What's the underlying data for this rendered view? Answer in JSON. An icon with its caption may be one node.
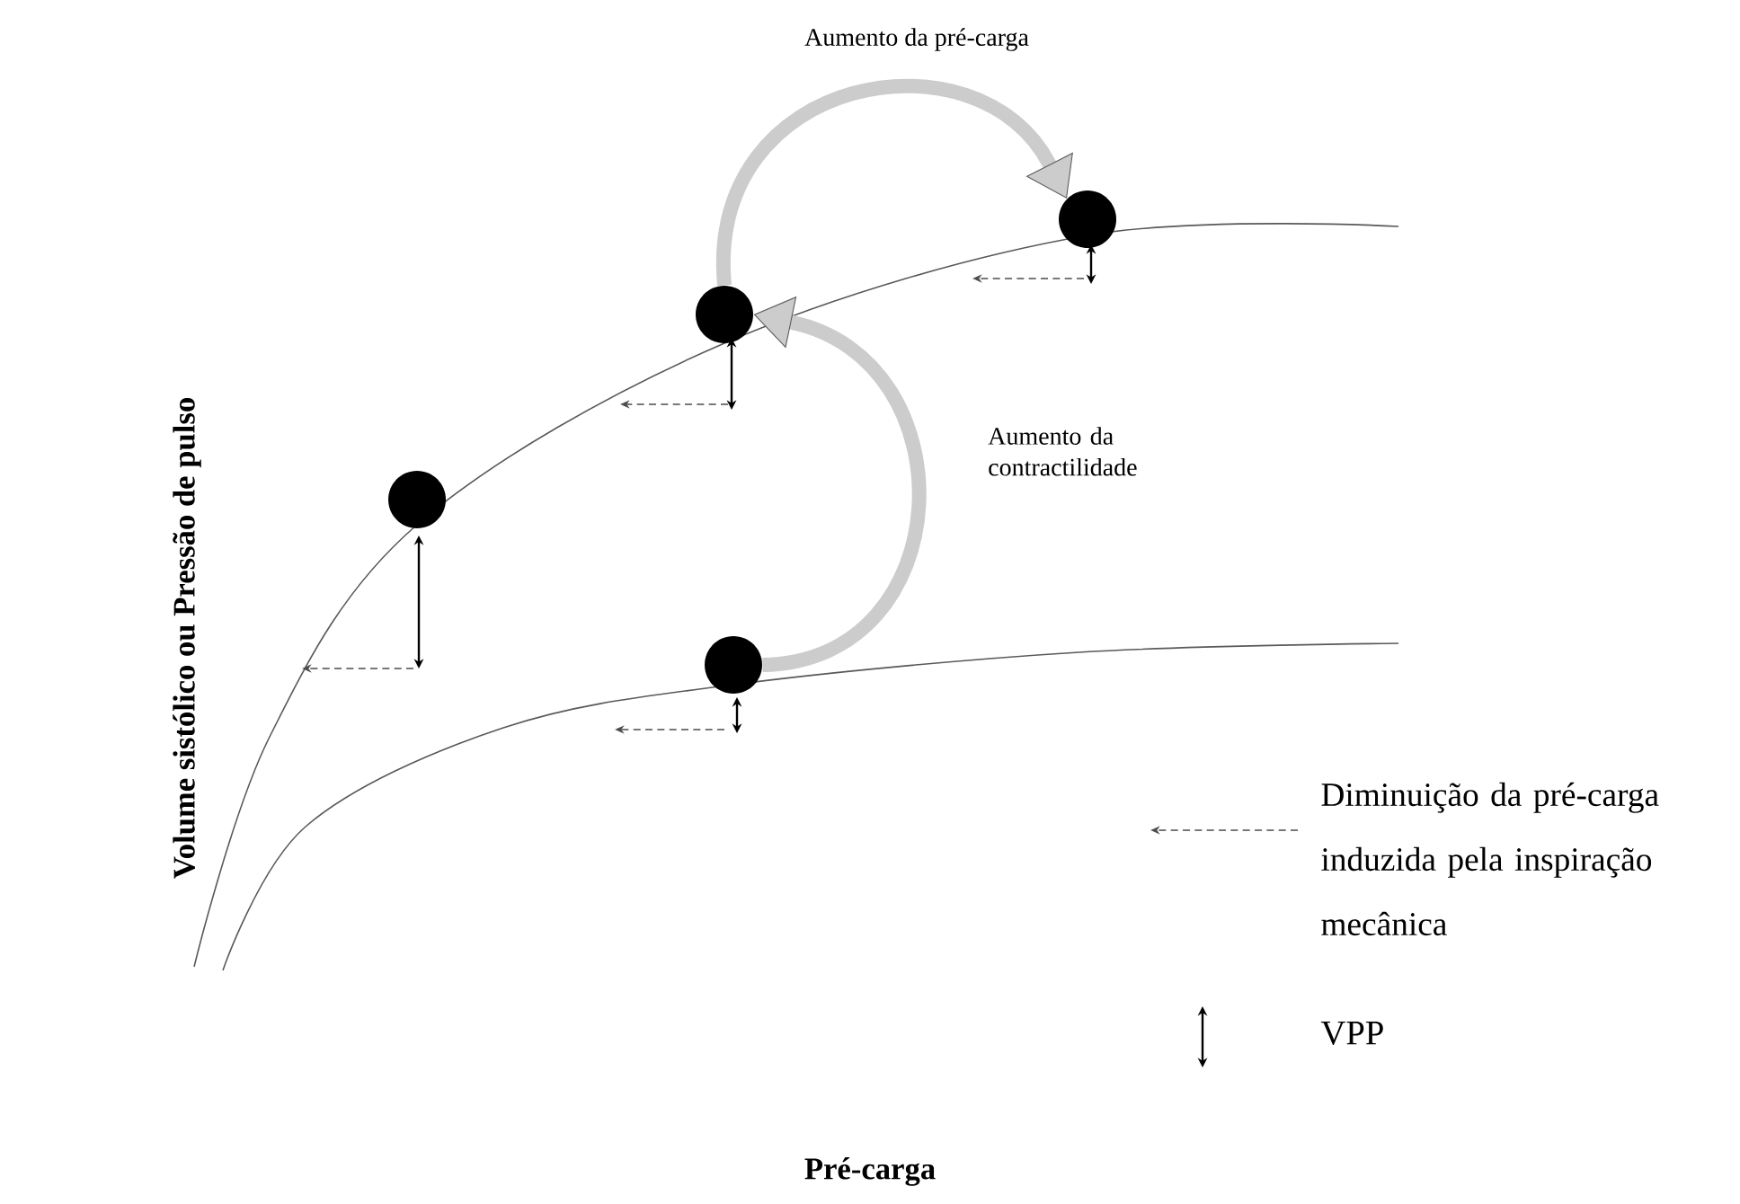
{
  "diagram": {
    "nodes": [
      {
        "text": [],
        "shape": "circle"
      },
      {
        "text": [],
        "shape": "circle"
      },
      {
        "text": [],
        "shape": "circle"
      },
      {
        "text": [],
        "shape": "circle"
      }
    ],
    "edges": [
      {
        "from": 1,
        "to": 3,
        "arrow": "to",
        "label": "Aumento da pré-carga"
      },
      {
        "from": 2,
        "to": 1,
        "arrow": "to",
        "label": "Aumento da contractilidade"
      }
    ],
    "labels": [
      "Volume sistólico ou Pressão de pulso",
      "Pré-carga"
    ],
    "legend": [
      {
        "text": "Diminuição da pré-carga induzida pela inspiração mecânica"
      },
      {
        "text": "VPP"
      }
    ]
  }
}
